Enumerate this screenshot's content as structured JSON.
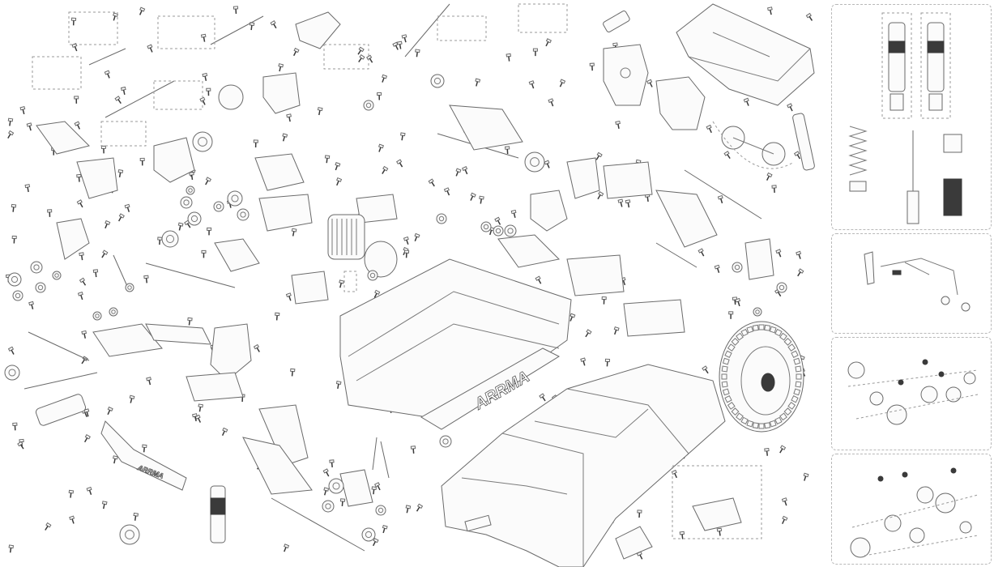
{
  "chassis": {
    "brand_logo": "ARRMA"
  },
  "bumper": {
    "brand_logo": "ARRMA"
  },
  "panels": [
    {
      "id": "shock-assembly"
    },
    {
      "id": "steering-linkage"
    },
    {
      "id": "differential-front"
    },
    {
      "id": "differential-rear"
    }
  ]
}
